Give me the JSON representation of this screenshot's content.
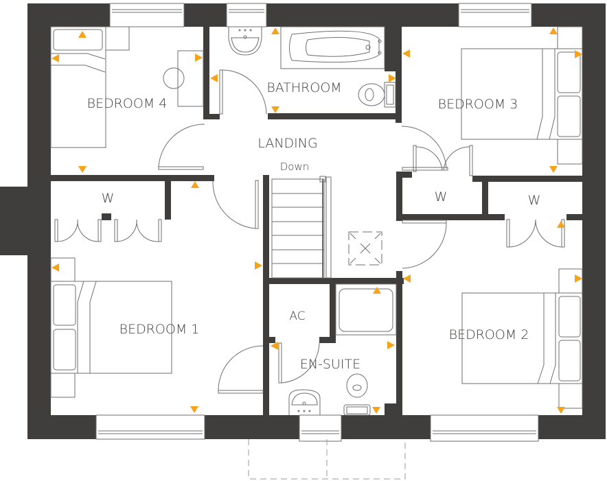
{
  "plan": {
    "title": "First floor plan",
    "colors": {
      "wall": "#3f3e3c",
      "marker": "#f5a31a",
      "fixture_line": "#6e6e6e",
      "label": "#3d3c3a"
    },
    "rooms": {
      "bedroom4": "BEDROOM 4",
      "bathroom": "BATHROOM",
      "bedroom3": "BEDROOM 3",
      "landing": "LANDING",
      "stairs": "Down",
      "wardrobe_left": "W",
      "wardrobe_mid": "W",
      "wardrobe_right": "W",
      "bedroom1": "BEDROOM 1",
      "airing_cupboard": "AC",
      "ensuite": "EN-SUITE",
      "bedroom2": "BEDROOM 2"
    },
    "legend_icons": {
      "marker": "dimension-marker-triangle",
      "loft": "loft-hatch-icon"
    }
  }
}
